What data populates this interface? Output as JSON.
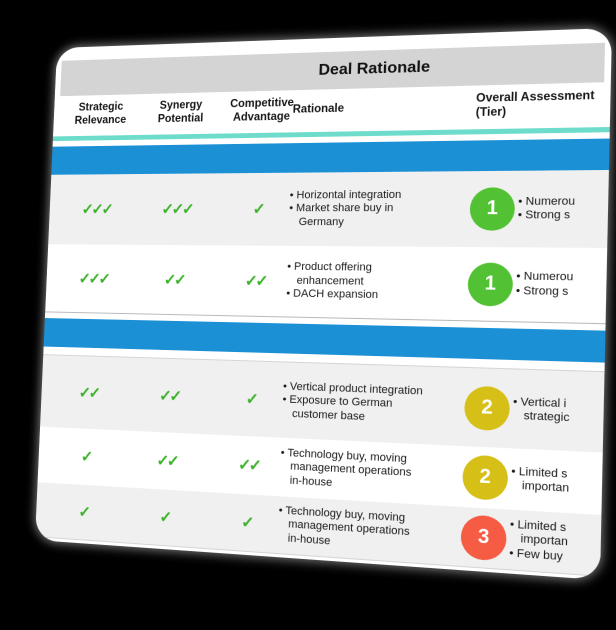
{
  "title": "Deal Rationale",
  "headers": {
    "c1": [
      "Strategic",
      "Relevance"
    ],
    "c2": [
      "Synergy",
      "Potential"
    ],
    "c3": [
      "Competitive",
      "Advantage"
    ],
    "c4": [
      "Rationale"
    ],
    "c5": [
      "Overall Assessment",
      "(Tier)"
    ]
  },
  "colors": {
    "background": "#000000",
    "card": "#ffffff",
    "title_bar_gray": "#d4d4d4",
    "teal_line": "#6edccb",
    "section_band_blue": "#1b90d5",
    "row_alt_gray": "#f0f0f0",
    "check_green": "#3db32b",
    "tier1_green": "#52c234",
    "tier2_yellow": "#d6bf17",
    "tier3_red": "#f65b43"
  },
  "rows": [
    {
      "checks": [
        "✓✓✓",
        "✓✓✓",
        "✓"
      ],
      "rationale": [
        "• Horizontal integration",
        "• Market share buy in",
        "Germany"
      ],
      "tier": "1",
      "right": [
        "• Numerou",
        "• Strong s"
      ]
    },
    {
      "checks": [
        "✓✓✓",
        "✓✓",
        "✓✓"
      ],
      "rationale": [
        "• Product offering",
        "enhancement",
        "• DACH expansion"
      ],
      "tier": "1",
      "right": [
        "• Numerou",
        "• Strong s"
      ]
    },
    {
      "checks": [
        "✓✓",
        "✓✓",
        "✓"
      ],
      "rationale": [
        "• Vertical product integration",
        "• Exposure to German",
        "customer base"
      ],
      "tier": "2",
      "right": [
        "• Vertical i",
        "strategic"
      ]
    },
    {
      "checks": [
        "✓",
        "✓✓",
        "✓✓"
      ],
      "rationale": [
        "• Technology buy, moving",
        "management operations",
        "in-house"
      ],
      "tier": "2",
      "right": [
        "• Limited s",
        "importan"
      ]
    },
    {
      "checks": [
        "✓",
        "✓",
        "✓"
      ],
      "rationale": [
        "• Technology buy, moving",
        "management operations",
        "in-house"
      ],
      "tier": "3",
      "right": [
        "• Limited s",
        "importan",
        "• Few buy"
      ]
    }
  ]
}
